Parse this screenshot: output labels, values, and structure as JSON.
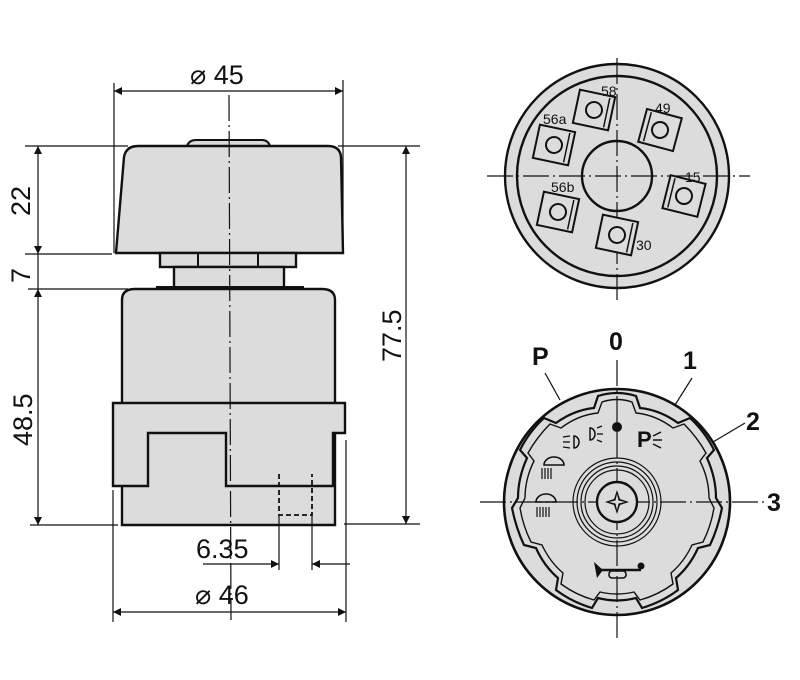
{
  "side_view": {
    "dimensions": {
      "cap_diameter": "⌀ 45",
      "base_diameter": "⌀ 46",
      "cap_height": "22",
      "neck_height": "7",
      "body_height": "48.5",
      "total_height": "77.5",
      "tab_width": "6.35"
    }
  },
  "connector_view": {
    "pins": [
      {
        "label": "58"
      },
      {
        "label": "49"
      },
      {
        "label": "56a"
      },
      {
        "label": "15"
      },
      {
        "label": "56b"
      },
      {
        "label": "30"
      }
    ]
  },
  "knob_view": {
    "positions": [
      {
        "label": "P"
      },
      {
        "label": "0"
      },
      {
        "label": "1"
      },
      {
        "label": "2"
      },
      {
        "label": "3"
      }
    ],
    "symbols": [
      "parking-light-symbol",
      "side-light-symbol",
      "dipped-beam-symbol",
      "main-beam-symbol",
      "horn-symbol",
      "screw-symbol"
    ]
  },
  "colors": {
    "fill": "#dcdcdc",
    "line": "#111111",
    "background": "#ffffff"
  }
}
